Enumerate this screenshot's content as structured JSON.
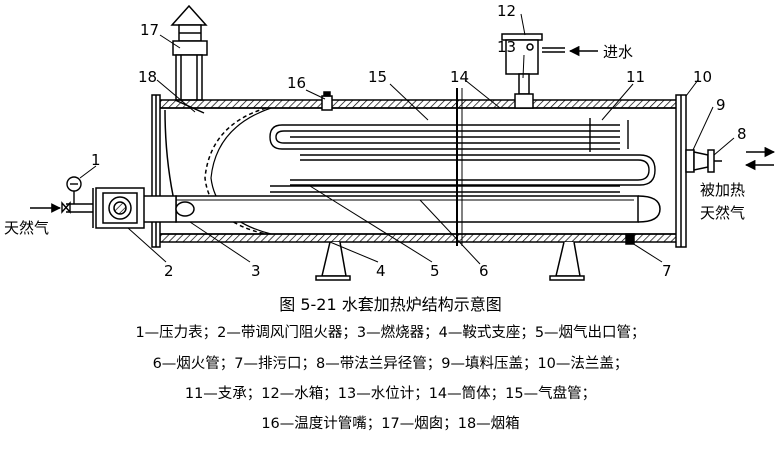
{
  "figure": {
    "title": "图 5-21   水套加热炉结构示意图",
    "legend_lines": [
      "1—压力表；2—带调风门阻火器；3—燃烧器；4—鞍式支座；5—烟气出口管；",
      "6—烟火管；7—排污口；8—带法兰异径管；9—填料压盖；10—法兰盖；",
      "11—支承；12—水箱；13—水位计；14—筒体；15—气盘管；",
      "16—温度计管嘴；17—烟囱；18—烟箱"
    ]
  },
  "labels": {
    "water_in": "进水",
    "gas_in": "天然气",
    "heated_gas_1": "被加热",
    "heated_gas_2": "天然气"
  },
  "callouts": [
    "1",
    "2",
    "3",
    "4",
    "5",
    "6",
    "7",
    "8",
    "9",
    "10",
    "11",
    "12",
    "13",
    "14",
    "15",
    "16",
    "17",
    "18"
  ],
  "colors": {
    "line": "#000000",
    "background": "#ffffff",
    "water_fill": "#ffffff"
  },
  "icons": [
    "arrow-left-icon",
    "arrow-right-icon",
    "gauge-icon",
    "valve-icon"
  ]
}
